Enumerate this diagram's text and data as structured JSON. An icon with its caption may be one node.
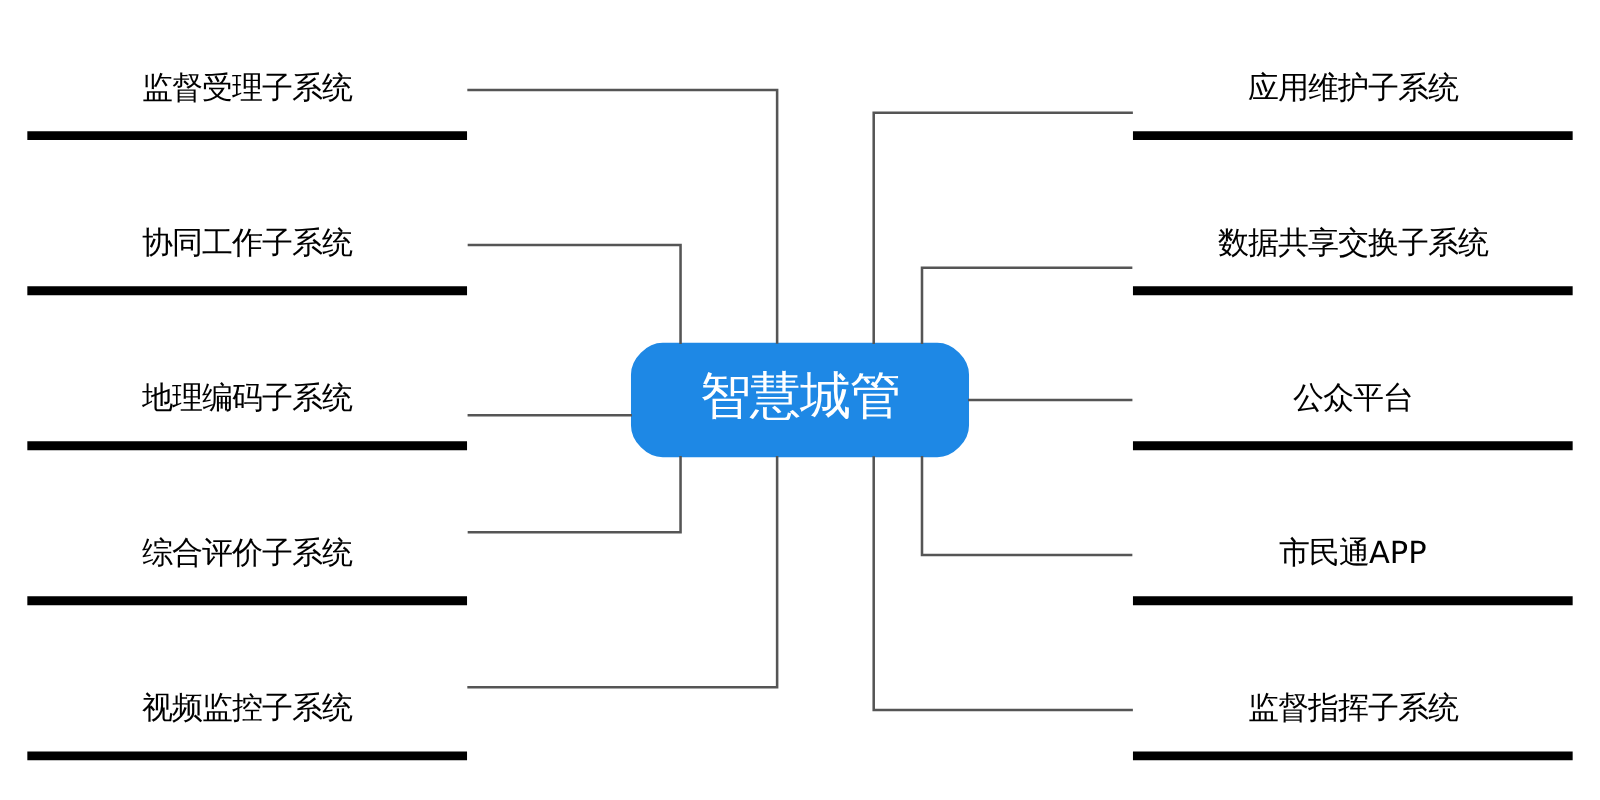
{
  "diagram": {
    "nodes": [
      {
        "text": [
          "智慧城管"
        ]
      },
      {
        "text": [
          "监督受理子系统"
        ]
      },
      {
        "text": [
          "协同工作子系统"
        ]
      },
      {
        "text": [
          "地理编码子系统"
        ]
      },
      {
        "text": [
          "综合评价子系统"
        ]
      },
      {
        "text": [
          "视频监控子系统"
        ]
      },
      {
        "text": [
          "应用维护子系统"
        ]
      },
      {
        "text": [
          "数据共享交换子系统"
        ]
      },
      {
        "text": [
          "公众平台"
        ]
      },
      {
        "text": [
          "市民通APP"
        ]
      },
      {
        "text": [
          "监督指挥子系统"
        ]
      }
    ],
    "edges": [
      {
        "from": 0,
        "to": 1,
        "arrow": "none"
      },
      {
        "from": 0,
        "to": 2,
        "arrow": "none"
      },
      {
        "from": 0,
        "to": 3,
        "arrow": "none"
      },
      {
        "from": 0,
        "to": 4,
        "arrow": "none"
      },
      {
        "from": 0,
        "to": 5,
        "arrow": "none"
      },
      {
        "from": 0,
        "to": 6,
        "arrow": "none"
      },
      {
        "from": 0,
        "to": 7,
        "arrow": "none"
      },
      {
        "from": 0,
        "to": 8,
        "arrow": "none"
      },
      {
        "from": 0,
        "to": 9,
        "arrow": "none"
      },
      {
        "from": 0,
        "to": 10,
        "arrow": "none"
      }
    ]
  }
}
